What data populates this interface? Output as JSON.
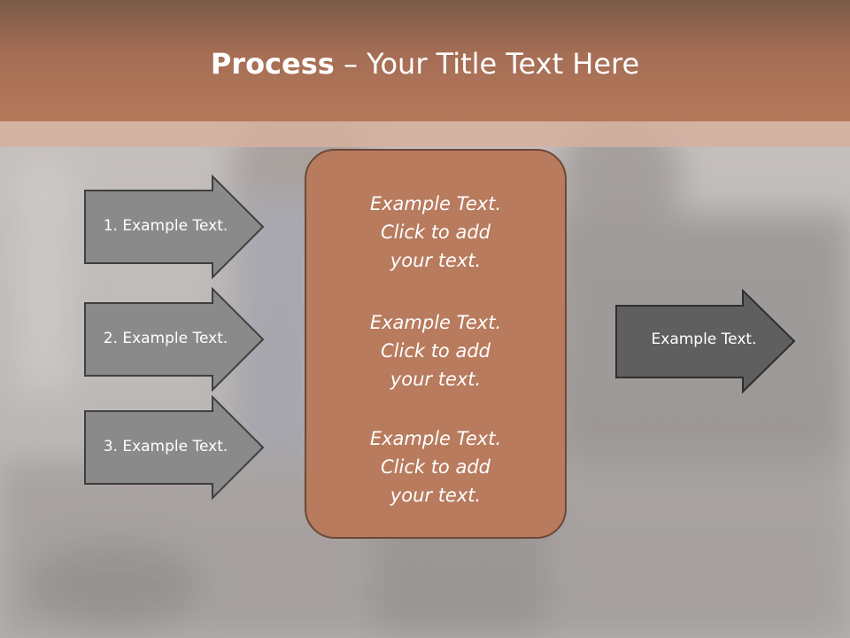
{
  "title": {
    "bold": "Process",
    "dash": " – ",
    "rest": "Your Title Text Here"
  },
  "inputs": [
    {
      "label": "1. Example Text."
    },
    {
      "label": "2. Example Text."
    },
    {
      "label": "3. Example Text."
    }
  ],
  "center": {
    "paragraphs": [
      {
        "line1": "Example Text.",
        "line2": "Click  to add",
        "line3": "your text."
      },
      {
        "line1": "Example Text.",
        "line2": "Click  to add",
        "line3": "your text."
      },
      {
        "line1": "Example Text.",
        "line2": "Click  to add",
        "line3": "your text."
      }
    ]
  },
  "output": {
    "label": "Example Text."
  },
  "colors": {
    "header": "#b5785a",
    "center_fill": "#b87b5e",
    "center_border": "#6e4737",
    "input_arrow": "#8a8a8a",
    "output_arrow": "#5f5f5f"
  }
}
